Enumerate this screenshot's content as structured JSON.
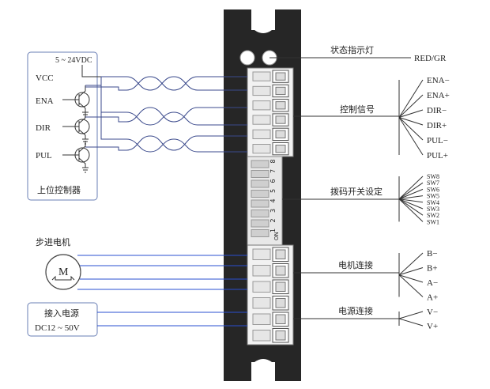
{
  "controller": {
    "voltage_label": "5 ~ 24VDC",
    "title": "上位控制器",
    "pins": [
      "VCC",
      "ENA",
      "DIR",
      "PUL"
    ]
  },
  "motor": {
    "title": "步进电机",
    "symbol": "M"
  },
  "power_source": {
    "title": "接入电源",
    "range": "DC12 ~ 50V"
  },
  "driver": {
    "dip_numbers": [
      "1",
      "2",
      "3",
      "4",
      "5",
      "6",
      "7",
      "8"
    ],
    "dip_on_label": "ON"
  },
  "sections": {
    "status_light": {
      "label": "状态指示灯",
      "value": "RED/GR"
    },
    "control_signal": {
      "label": "控制信号",
      "terminals": [
        "ENA−",
        "ENA+",
        "DIR−",
        "DIR+",
        "PUL−",
        "PUL+"
      ]
    },
    "dip_switch": {
      "label": "拨码开关设定",
      "switches": [
        "SW8",
        "SW7",
        "SW6",
        "SW5",
        "SW4",
        "SW3",
        "SW2",
        "SW1"
      ]
    },
    "motor_connection": {
      "label": "电机连接",
      "terminals": [
        "B−",
        "B+",
        "A−",
        "A+"
      ]
    },
    "power_connection": {
      "label": "电源连接",
      "terminals": [
        "V−",
        "V+"
      ]
    }
  }
}
